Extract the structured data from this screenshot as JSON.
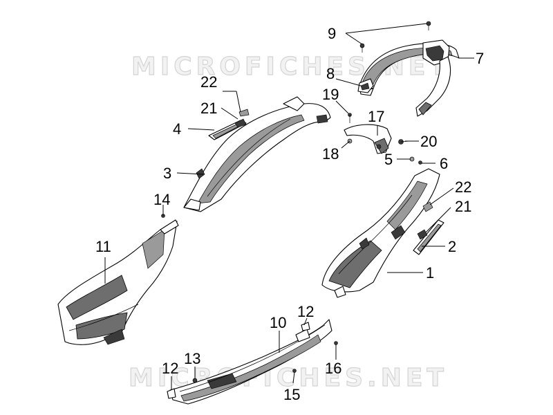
{
  "watermark": {
    "top": "MICROFICHES.NET",
    "bottom": "MICROFICHES.NET"
  },
  "callouts": [
    {
      "id": "9",
      "label": "9"
    },
    {
      "id": "7",
      "label": "7"
    },
    {
      "id": "8",
      "label": "8"
    },
    {
      "id": "22a",
      "label": "22"
    },
    {
      "id": "19",
      "label": "19"
    },
    {
      "id": "21a",
      "label": "21"
    },
    {
      "id": "17",
      "label": "17"
    },
    {
      "id": "4",
      "label": "4"
    },
    {
      "id": "20",
      "label": "20"
    },
    {
      "id": "18",
      "label": "18"
    },
    {
      "id": "6",
      "label": "6"
    },
    {
      "id": "3",
      "label": "3"
    },
    {
      "id": "5",
      "label": "5"
    },
    {
      "id": "22b",
      "label": "22"
    },
    {
      "id": "14",
      "label": "14"
    },
    {
      "id": "21b",
      "label": "21"
    },
    {
      "id": "11",
      "label": "11"
    },
    {
      "id": "2",
      "label": "2"
    },
    {
      "id": "1",
      "label": "1"
    },
    {
      "id": "12a",
      "label": "12"
    },
    {
      "id": "10",
      "label": "10"
    },
    {
      "id": "16",
      "label": "16"
    },
    {
      "id": "13",
      "label": "13"
    },
    {
      "id": "12b",
      "label": "12"
    },
    {
      "id": "15",
      "label": "15"
    }
  ]
}
